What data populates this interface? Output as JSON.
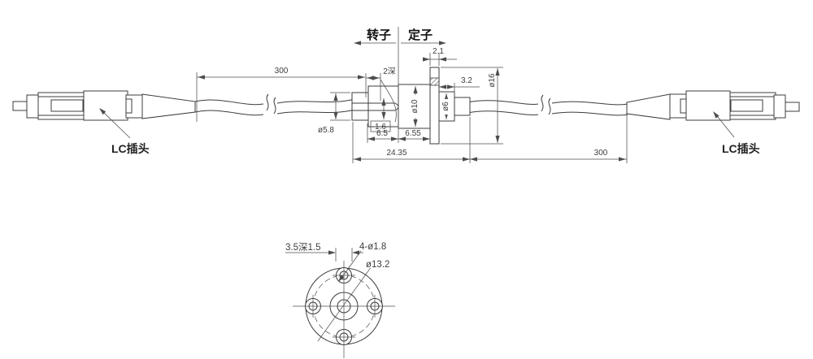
{
  "labels": {
    "rotor": "转子",
    "stator": "定子",
    "connector_left": "LC插头",
    "connector_right": "LC插头"
  },
  "dimensions": {
    "cable_left_length": "300",
    "cable_right_length": "300",
    "bore_depth": "2深",
    "flange_width": "2.1",
    "stator_stub_length": "3.2",
    "flange_diameter": "ø16",
    "rotor_shaft_diameter": "ø5.8",
    "body_diameter": "ø10",
    "stator_shaft_diameter": "ø6",
    "step": "1.6",
    "rotor_length": "6.5",
    "body_length": "6.55",
    "total_length": "24.35"
  },
  "end_view": {
    "counterbore": "3.5深1.5",
    "hole_callout": "4-ø1.8",
    "bolt_circle_diameter": "ø13.2"
  },
  "colors": {
    "background": "#ffffff",
    "object_line": "#3c3c3c",
    "dimension_line": "#4d4d4d",
    "text": "#3d3d3d"
  }
}
